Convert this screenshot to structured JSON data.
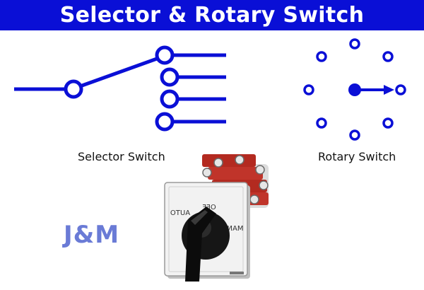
{
  "header": {
    "title": "Selector & Rotary Switch",
    "background_color": "#0a0fd6"
  },
  "selector_switch": {
    "caption": "Selector Switch",
    "line_color": "#0a0fd6",
    "output_count": 4,
    "active_output": 1
  },
  "rotary_switch": {
    "caption": "Rotary Switch",
    "contact_count": 8,
    "active_direction": "right",
    "line_color": "#0a0fd6"
  },
  "device": {
    "knob_labels": {
      "off": "OFF",
      "auto": "AUTO",
      "man": "MAN"
    }
  },
  "logo": {
    "text": "J&M",
    "color": "#6a7bd6"
  }
}
